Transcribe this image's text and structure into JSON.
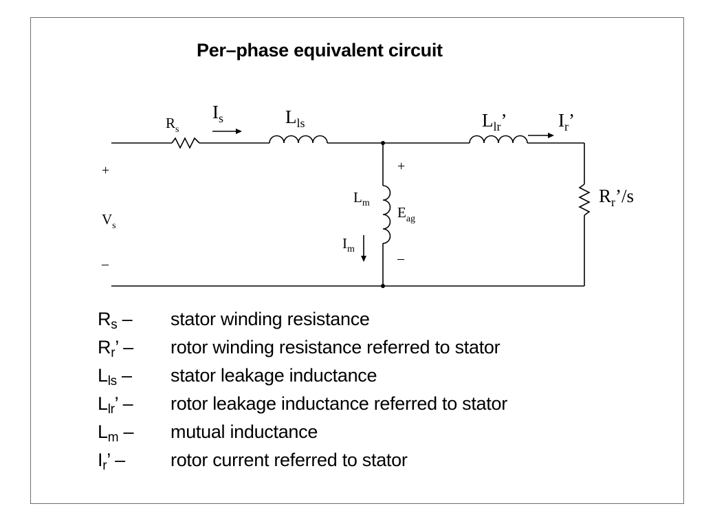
{
  "title": "Per–phase equivalent circuit",
  "circuit": {
    "labels": {
      "rs": {
        "main": "R",
        "sub": "s"
      },
      "is": {
        "main": "I",
        "sub": "s"
      },
      "lls": {
        "main": "L",
        "sub": "ls"
      },
      "llr": {
        "main": "L",
        "sub": "lr",
        "prime": "’"
      },
      "ir": {
        "main": "I",
        "sub": "r",
        "prime": "’"
      },
      "rr": {
        "main": "R",
        "sub": "r",
        "suffix": "’/s"
      },
      "lm": {
        "main": "L",
        "sub": "m"
      },
      "eag": {
        "main": "E",
        "sub": "ag"
      },
      "im": {
        "main": "I",
        "sub": "m"
      },
      "vs": {
        "main": "V",
        "sub": "s"
      },
      "vs_plus": "+",
      "vs_minus": "–",
      "eag_plus": "+",
      "eag_minus": "–"
    }
  },
  "legend": [
    {
      "main": "R",
      "sub": "s",
      "suffix": " –",
      "definition": "stator winding resistance"
    },
    {
      "main": "R",
      "sub": "r",
      "suffix": "’ –",
      "definition": "rotor winding resistance referred to stator"
    },
    {
      "main": "L",
      "sub": "ls",
      "suffix": " –",
      "definition": "stator leakage inductance"
    },
    {
      "main": "L",
      "sub": "lr",
      "suffix": "’ –",
      "definition": "rotor leakage inductance referred to stator"
    },
    {
      "main": "L",
      "sub": "m",
      "suffix": " –",
      "definition": "mutual inductance"
    },
    {
      "main": "I",
      "sub": "r",
      "suffix": "’  –",
      "definition": "rotor current referred to stator"
    }
  ]
}
